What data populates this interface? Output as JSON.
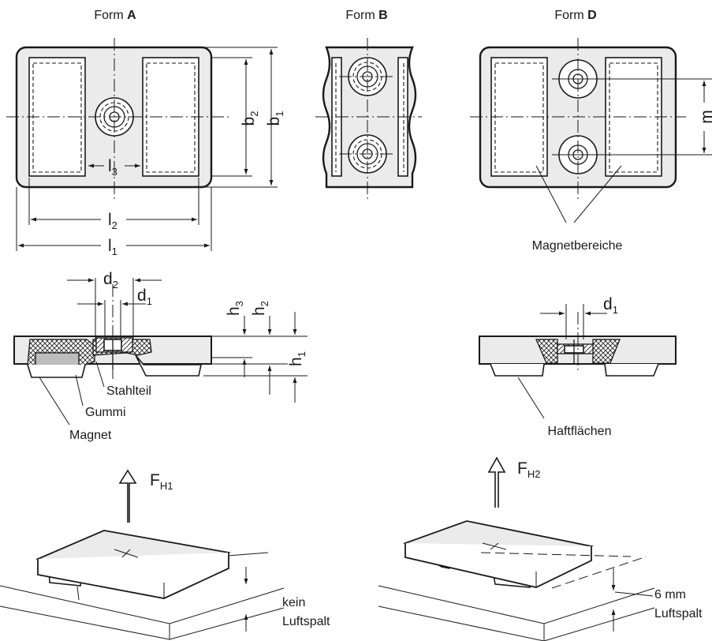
{
  "views": {
    "form_a": {
      "prefix": "Form",
      "letter": "A"
    },
    "form_b": {
      "prefix": "Form",
      "letter": "B"
    },
    "form_d": {
      "prefix": "Form",
      "letter": "D"
    }
  },
  "dimensions": {
    "b2": {
      "main": "b",
      "sub": "2"
    },
    "b1": {
      "main": "b",
      "sub": "1"
    },
    "l3": {
      "main": "l",
      "sub": "3"
    },
    "l2": {
      "main": "l",
      "sub": "2"
    },
    "l1": {
      "main": "l",
      "sub": "1"
    },
    "m": "m",
    "d2": {
      "main": "d",
      "sub": "2"
    },
    "d1_a": {
      "main": "d",
      "sub": "1"
    },
    "d1_d": {
      "main": "d",
      "sub": "1"
    },
    "h3": {
      "main": "h",
      "sub": "3"
    },
    "h2": {
      "main": "h",
      "sub": "2"
    },
    "h1": {
      "main": "h",
      "sub": "1"
    }
  },
  "labels": {
    "magnetbereiche": "Magnetbereiche",
    "stahlteil": "Stahlteil",
    "gummi": "Gummi",
    "magnet": "Magnet",
    "haftflaechen": "Haftflächen",
    "kein": "kein",
    "luftspalt_1": "Luftspalt",
    "gap_6mm": "6 mm",
    "luftspalt_2": "Luftspalt"
  },
  "forces": {
    "fh1": {
      "main": "F",
      "sub": "H1"
    },
    "fh2": {
      "main": "F",
      "sub": "H2"
    }
  }
}
